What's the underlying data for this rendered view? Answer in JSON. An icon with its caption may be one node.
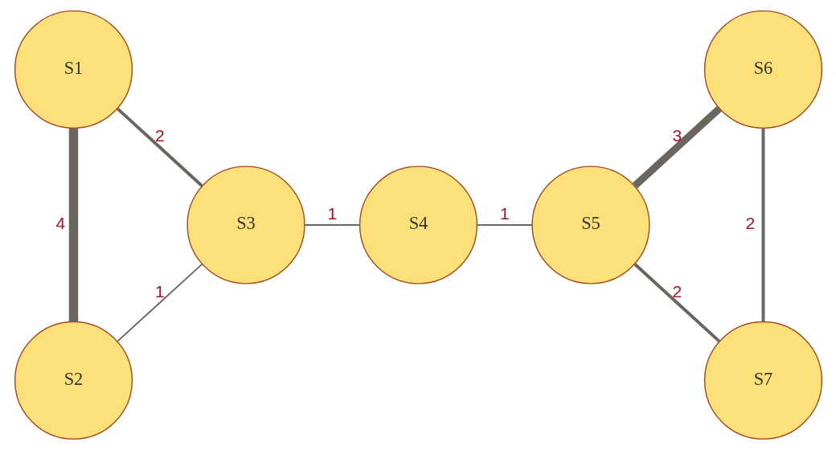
{
  "diagram": {
    "nodes": [
      {
        "text": [
          "S1"
        ]
      },
      {
        "text": [
          "S2"
        ]
      },
      {
        "text": [
          "S3"
        ]
      },
      {
        "text": [
          "S4"
        ]
      },
      {
        "text": [
          "S5"
        ]
      },
      {
        "text": [
          "S6"
        ]
      },
      {
        "text": [
          "S7"
        ]
      }
    ],
    "edges": [
      {
        "from": 0,
        "to": 2,
        "arrow": "none",
        "label": "2"
      },
      {
        "from": 0,
        "to": 1,
        "arrow": "none",
        "label": "4",
        "style": "thick"
      },
      {
        "from": 2,
        "to": 3,
        "arrow": "none",
        "label": "1"
      },
      {
        "from": 3,
        "to": 4,
        "arrow": "none",
        "label": "1"
      },
      {
        "from": 4,
        "to": 5,
        "arrow": "none",
        "label": "3",
        "style": "thick"
      },
      {
        "from": 5,
        "to": 6,
        "arrow": "none",
        "label": "2"
      },
      {
        "from": 1,
        "to": 2,
        "arrow": "none",
        "label": "1"
      },
      {
        "from": 4,
        "to": 6,
        "arrow": "none",
        "label": "2"
      }
    ]
  }
}
